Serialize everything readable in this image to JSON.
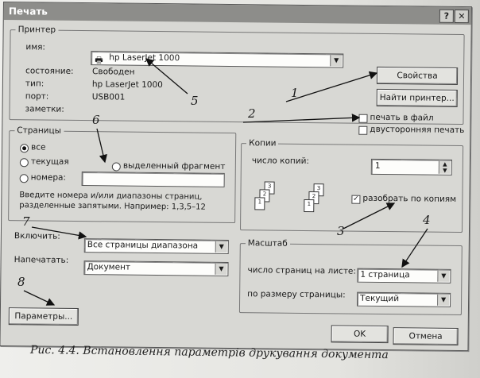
{
  "window": {
    "title": "Печать"
  },
  "titlebar": {
    "help_glyph": "?",
    "close_glyph": "✕"
  },
  "printer": {
    "legend": "Принтер",
    "name_label": "имя:",
    "name_value": "hp LaserJet 1000",
    "status_label": "состояние:",
    "status_value": "Свободен",
    "type_label": "тип:",
    "type_value": "hp LaserJet 1000",
    "port_label": "порт:",
    "port_value": "USB001",
    "notes_label": "заметки:",
    "properties_button": "Свойства",
    "find_button": "Найти принтер...",
    "print_to_file": "печать в файл",
    "duplex": "двусторонняя печать"
  },
  "pages": {
    "legend": "Страницы",
    "all": "все",
    "current": "текущая",
    "numbers": "номера:",
    "selection": "выделенный фрагмент",
    "hint": "Введите номера и/или диапазоны страниц, разделенные запятыми. Например: 1,3,5–12"
  },
  "copies": {
    "legend": "Копии",
    "count_label": "число копий:",
    "count_value": "1",
    "collate": "разобрать по копиям",
    "sheet_labels": [
      "3",
      "2",
      "1"
    ]
  },
  "include": {
    "label": "Включить:",
    "value": "Все страницы диапазона"
  },
  "print_what": {
    "label": "Напечатать:",
    "value": "Документ"
  },
  "scale": {
    "legend": "Масштаб",
    "pages_per_sheet_label": "число страниц на листе:",
    "pages_per_sheet_value": "1 страница",
    "fit_label": "по размеру страницы:",
    "fit_value": "Текущий"
  },
  "buttons": {
    "options": "Параметры...",
    "ok": "OK",
    "cancel": "Отмена"
  },
  "annotations": [
    "1",
    "2",
    "3",
    "4",
    "5",
    "6",
    "7",
    "8"
  ],
  "caption": "Рис. 4.4. Встановлення параметрів друкування документа",
  "colors": {
    "titlebar": "#8d8d8a",
    "dialog_bg": "#d8d8d4"
  }
}
